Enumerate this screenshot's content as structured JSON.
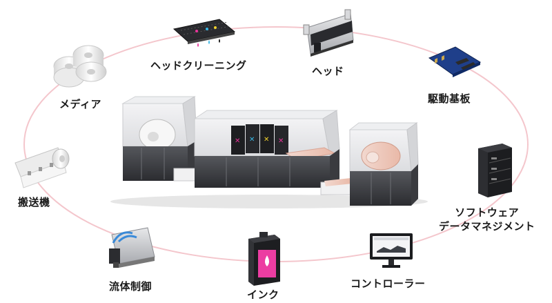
{
  "diagram": {
    "ring_color": "#f4c6cc",
    "ink_accent": "#e8339a",
    "components": [
      {
        "id": "head-cleaning",
        "label": "ヘッドクリーニング",
        "icon": "head-cleaning-icon"
      },
      {
        "id": "head",
        "label": "ヘッド",
        "icon": "printhead-icon"
      },
      {
        "id": "driver-board",
        "label": "駆動基板",
        "icon": "circuit-board-icon"
      },
      {
        "id": "software",
        "label_lines": [
          "ソフトウェア",
          "データマネジメント"
        ],
        "icon": "server-icon"
      },
      {
        "id": "controller",
        "label": "コントローラー",
        "icon": "monitor-icon"
      },
      {
        "id": "ink",
        "label": "インク",
        "icon": "ink-tank-icon"
      },
      {
        "id": "fluid-control",
        "label": "流体制御",
        "icon": "fluid-module-icon"
      },
      {
        "id": "transport",
        "label": "搬送機",
        "icon": "roll-feeder-icon"
      },
      {
        "id": "media",
        "label": "メディア",
        "icon": "paper-rolls-icon"
      }
    ],
    "center": {
      "icon": "inkjet-printer-system-icon"
    }
  }
}
